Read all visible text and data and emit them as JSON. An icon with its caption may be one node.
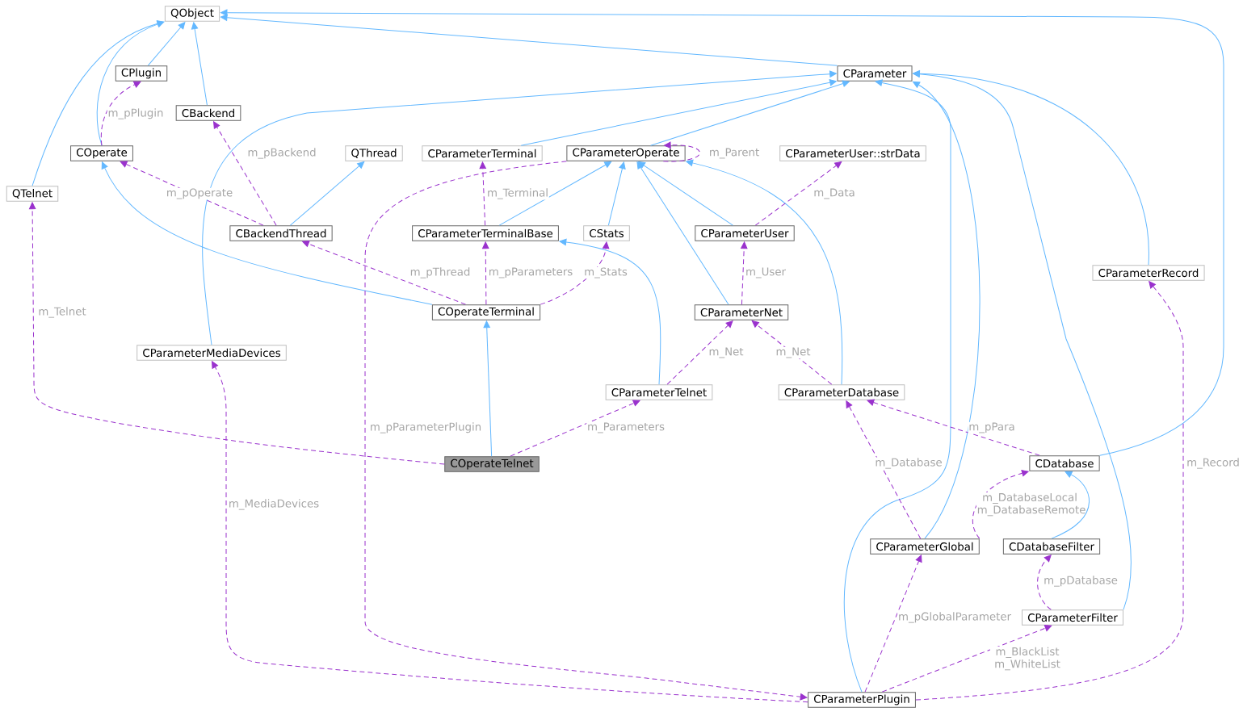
{
  "diagram": {
    "nodes": [
      {
        "text": [
          "QObject"
        ]
      },
      {
        "text": [
          "CPlugin"
        ]
      },
      {
        "text": [
          "CBackend"
        ]
      },
      {
        "text": [
          "COperate"
        ]
      },
      {
        "text": [
          "QThread"
        ]
      },
      {
        "text": [
          "QTelnet"
        ]
      },
      {
        "text": [
          "CBackendThread"
        ]
      },
      {
        "text": [
          "CParameter"
        ]
      },
      {
        "text": [
          "CParameterTerminal"
        ]
      },
      {
        "text": [
          "CParameterOperate"
        ]
      },
      {
        "text": [
          "CParameterUser::strData"
        ]
      },
      {
        "text": [
          "CParameterTerminalBase"
        ]
      },
      {
        "text": [
          "CStats"
        ]
      },
      {
        "text": [
          "CParameterUser"
        ]
      },
      {
        "text": [
          "CParameterRecord"
        ]
      },
      {
        "text": [
          "COperateTerminal"
        ]
      },
      {
        "text": [
          "CParameterNet"
        ]
      },
      {
        "text": [
          "CParameterMediaDevices"
        ]
      },
      {
        "text": [
          "CParameterTelnet"
        ]
      },
      {
        "text": [
          "CParameterDatabase"
        ]
      },
      {
        "text": [
          "COperateTelnet"
        ]
      },
      {
        "text": [
          "CDatabase"
        ]
      },
      {
        "text": [
          "CParameterGlobal"
        ]
      },
      {
        "text": [
          "CDatabaseFilter"
        ]
      },
      {
        "text": [
          "CParameterFilter"
        ]
      },
      {
        "text": [
          "CParameterPlugin"
        ]
      }
    ],
    "edges": [
      {
        "from": 1,
        "to": 0,
        "arrow": "to"
      },
      {
        "from": 2,
        "to": 0,
        "arrow": "to"
      },
      {
        "from": 3,
        "to": 0,
        "arrow": "to"
      },
      {
        "from": 5,
        "to": 0,
        "arrow": "to"
      },
      {
        "from": 7,
        "to": 0,
        "arrow": "to"
      },
      {
        "from": 21,
        "to": 0,
        "arrow": "to"
      },
      {
        "from": 3,
        "to": 1,
        "arrow": "to",
        "label": "m_pPlugin",
        "style": "dashed",
        "color": "#9a32cd"
      },
      {
        "from": 6,
        "to": 2,
        "arrow": "to",
        "label": "m_pBackend",
        "style": "dashed",
        "color": "#9a32cd"
      },
      {
        "from": 6,
        "to": 3,
        "arrow": "to",
        "label": "m_pOperate",
        "style": "dashed",
        "color": "#9a32cd"
      },
      {
        "from": 6,
        "to": 4,
        "arrow": "to"
      },
      {
        "from": 15,
        "to": 3,
        "arrow": "to"
      },
      {
        "from": 8,
        "to": 7,
        "arrow": "to"
      },
      {
        "from": 9,
        "to": 7,
        "arrow": "to"
      },
      {
        "from": 17,
        "to": 7,
        "arrow": "to"
      },
      {
        "from": 14,
        "to": 7,
        "arrow": "to"
      },
      {
        "from": 22,
        "to": 7,
        "arrow": "to"
      },
      {
        "from": 24,
        "to": 7,
        "arrow": "to"
      },
      {
        "from": 25,
        "to": 7,
        "arrow": "to"
      },
      {
        "from": 9,
        "to": 9,
        "arrow": "to",
        "label": "m_Parent",
        "style": "dashed",
        "color": "#9a32cd"
      },
      {
        "from": 11,
        "to": 8,
        "arrow": "to",
        "label": "m_Terminal",
        "style": "dashed",
        "color": "#9a32cd"
      },
      {
        "from": 11,
        "to": 9,
        "arrow": "to"
      },
      {
        "from": 12,
        "to": 9,
        "arrow": "to"
      },
      {
        "from": 13,
        "to": 9,
        "arrow": "to"
      },
      {
        "from": 16,
        "to": 9,
        "arrow": "to"
      },
      {
        "from": 19,
        "to": 9,
        "arrow": "to"
      },
      {
        "from": 13,
        "to": 10,
        "arrow": "to",
        "label": "m_Data",
        "style": "dashed",
        "color": "#9a32cd"
      },
      {
        "from": 15,
        "to": 6,
        "arrow": "to",
        "label": "m_pThread",
        "style": "dashed",
        "color": "#9a32cd"
      },
      {
        "from": 15,
        "to": 11,
        "arrow": "to",
        "label": "m_pParameters",
        "style": "dashed",
        "color": "#9a32cd"
      },
      {
        "from": 15,
        "to": 12,
        "arrow": "to",
        "label": "m_Stats",
        "style": "dashed",
        "color": "#9a32cd"
      },
      {
        "from": 18,
        "to": 11,
        "arrow": "to"
      },
      {
        "from": 16,
        "to": 13,
        "arrow": "to",
        "label": "m_User",
        "style": "dashed",
        "color": "#9a32cd"
      },
      {
        "from": 18,
        "to": 16,
        "arrow": "to",
        "label": "m_Net",
        "style": "dashed",
        "color": "#9a32cd"
      },
      {
        "from": 19,
        "to": 16,
        "arrow": "to",
        "label": "m_Net",
        "style": "dashed",
        "color": "#9a32cd"
      },
      {
        "from": 20,
        "to": 15,
        "arrow": "to"
      },
      {
        "from": 20,
        "to": 5,
        "arrow": "to",
        "label": "m_Telnet",
        "style": "dashed",
        "color": "#9a32cd"
      },
      {
        "from": 20,
        "to": 18,
        "arrow": "to",
        "label": "m_Parameters",
        "style": "dashed",
        "color": "#9a32cd"
      },
      {
        "from": 21,
        "to": 19,
        "arrow": "to",
        "label": "m_pPara",
        "style": "dashed",
        "color": "#9a32cd"
      },
      {
        "from": 22,
        "to": 19,
        "arrow": "to",
        "label": "m_Database",
        "style": "dashed",
        "color": "#9a32cd"
      },
      {
        "from": 22,
        "to": 21,
        "arrow": "to",
        "label": "m_DatabaseLocal m_DatabaseRemote",
        "style": "dashed",
        "color": "#9a32cd"
      },
      {
        "from": 23,
        "to": 21,
        "arrow": "to"
      },
      {
        "from": 24,
        "to": 23,
        "arrow": "to",
        "label": "m_pDatabase",
        "style": "dashed",
        "color": "#9a32cd"
      },
      {
        "from": 25,
        "to": 22,
        "arrow": "to",
        "label": "m_pGlobalParameter",
        "style": "dashed",
        "color": "#9a32cd"
      },
      {
        "from": 25,
        "to": 24,
        "arrow": "to",
        "label": "m_BlackList m_WhiteList",
        "style": "dashed",
        "color": "#9a32cd"
      },
      {
        "from": 25,
        "to": 14,
        "arrow": "to",
        "label": "m_Record",
        "style": "dashed",
        "color": "#9a32cd"
      },
      {
        "from": 25,
        "to": 17,
        "arrow": "to",
        "label": "m_MediaDevices",
        "style": "dashed",
        "color": "#9a32cd"
      },
      {
        "from": 9,
        "to": 25,
        "arrow": "to",
        "label": "m_pParameterPlugin",
        "style": "dashed",
        "color": "#9a32cd"
      }
    ]
  }
}
